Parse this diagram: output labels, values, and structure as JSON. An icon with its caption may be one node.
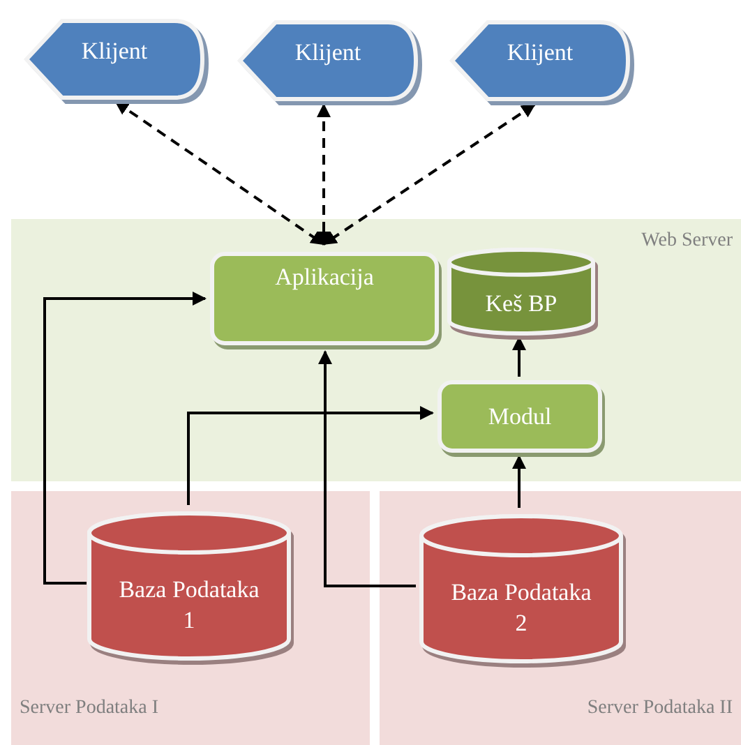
{
  "diagram": {
    "nodes": [
      {
        "text": [
          "Klijent"
        ]
      },
      {
        "text": [
          "Klijent"
        ]
      },
      {
        "text": [
          "Klijent"
        ]
      },
      {
        "text": [
          "Web Server"
        ]
      },
      {
        "text": [
          "Aplikacija"
        ],
        "in": 3
      },
      {
        "text": [
          "Keš BP"
        ],
        "in": 3
      },
      {
        "text": [
          "Modul"
        ],
        "in": 3
      },
      {
        "text": [
          "Server Podataka I"
        ]
      },
      {
        "text": [
          "Baza Podataka 1"
        ],
        "in": 7
      },
      {
        "text": [
          "Server Podataka II"
        ]
      },
      {
        "text": [
          "Baza Podataka 2"
        ],
        "in": 9
      }
    ],
    "edges": [
      {
        "from": 0,
        "to": 4,
        "arrow": "both",
        "style": "dashed"
      },
      {
        "from": 1,
        "to": 4,
        "arrow": "both",
        "style": "dashed"
      },
      {
        "from": 2,
        "to": 4,
        "arrow": "both",
        "style": "dashed"
      },
      {
        "from": 8,
        "to": 4,
        "arrow": "to"
      },
      {
        "from": 8,
        "to": 6,
        "arrow": "to"
      },
      {
        "from": 10,
        "to": 4,
        "arrow": "to"
      },
      {
        "from": 10,
        "to": 6,
        "arrow": "to"
      },
      {
        "from": 6,
        "to": 5,
        "arrow": "to"
      }
    ]
  }
}
